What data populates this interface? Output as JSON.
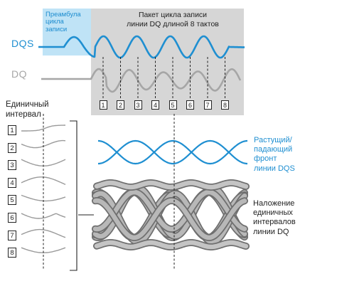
{
  "labels": {
    "dqs": "DQS",
    "dq": "DQ",
    "preamble": [
      "Преамбула",
      "цикла",
      "записи"
    ],
    "burst": [
      "Пакет цикла записи",
      "линии DQ длиной 8 тактов"
    ],
    "unit_interval": [
      "Единичный",
      "интервал"
    ],
    "edges": [
      "Растущий/",
      "падающий",
      "фронт",
      "линии DQS"
    ],
    "overlay": [
      "Наложение",
      "единичных",
      "интервалов",
      "линии DQ"
    ]
  },
  "burst_beats": [
    "1",
    "2",
    "3",
    "4",
    "5",
    "6",
    "7",
    "8"
  ],
  "unit_intervals": [
    "1",
    "2",
    "3",
    "4",
    "5",
    "6",
    "7",
    "8"
  ],
  "colors": {
    "dqs": "#1f8fd1",
    "dq": "#a6a6a6",
    "preamble_fill": "#bfe3f6",
    "burst_fill": "#d6d6d6",
    "eye_tube": "#8c8c8c"
  }
}
